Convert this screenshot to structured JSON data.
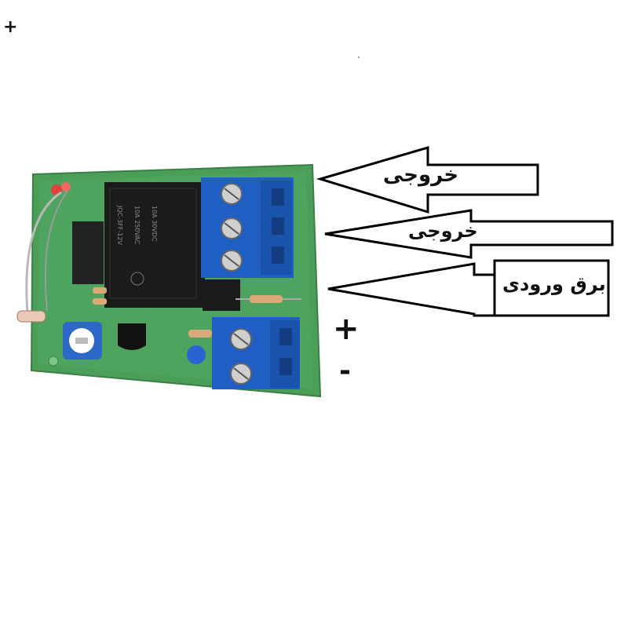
{
  "corner_mark": "+",
  "labels": {
    "output_1": "خروجی",
    "output_2": "خروجی",
    "input_power": "برق ورودی"
  },
  "terminal_signs": {
    "plus": "+",
    "minus": "-"
  },
  "colors": {
    "pcb": "#4a9e58",
    "terminal": "#1f5fc4",
    "relay": "#1b1b1b",
    "arrow_stroke": "#000000"
  }
}
